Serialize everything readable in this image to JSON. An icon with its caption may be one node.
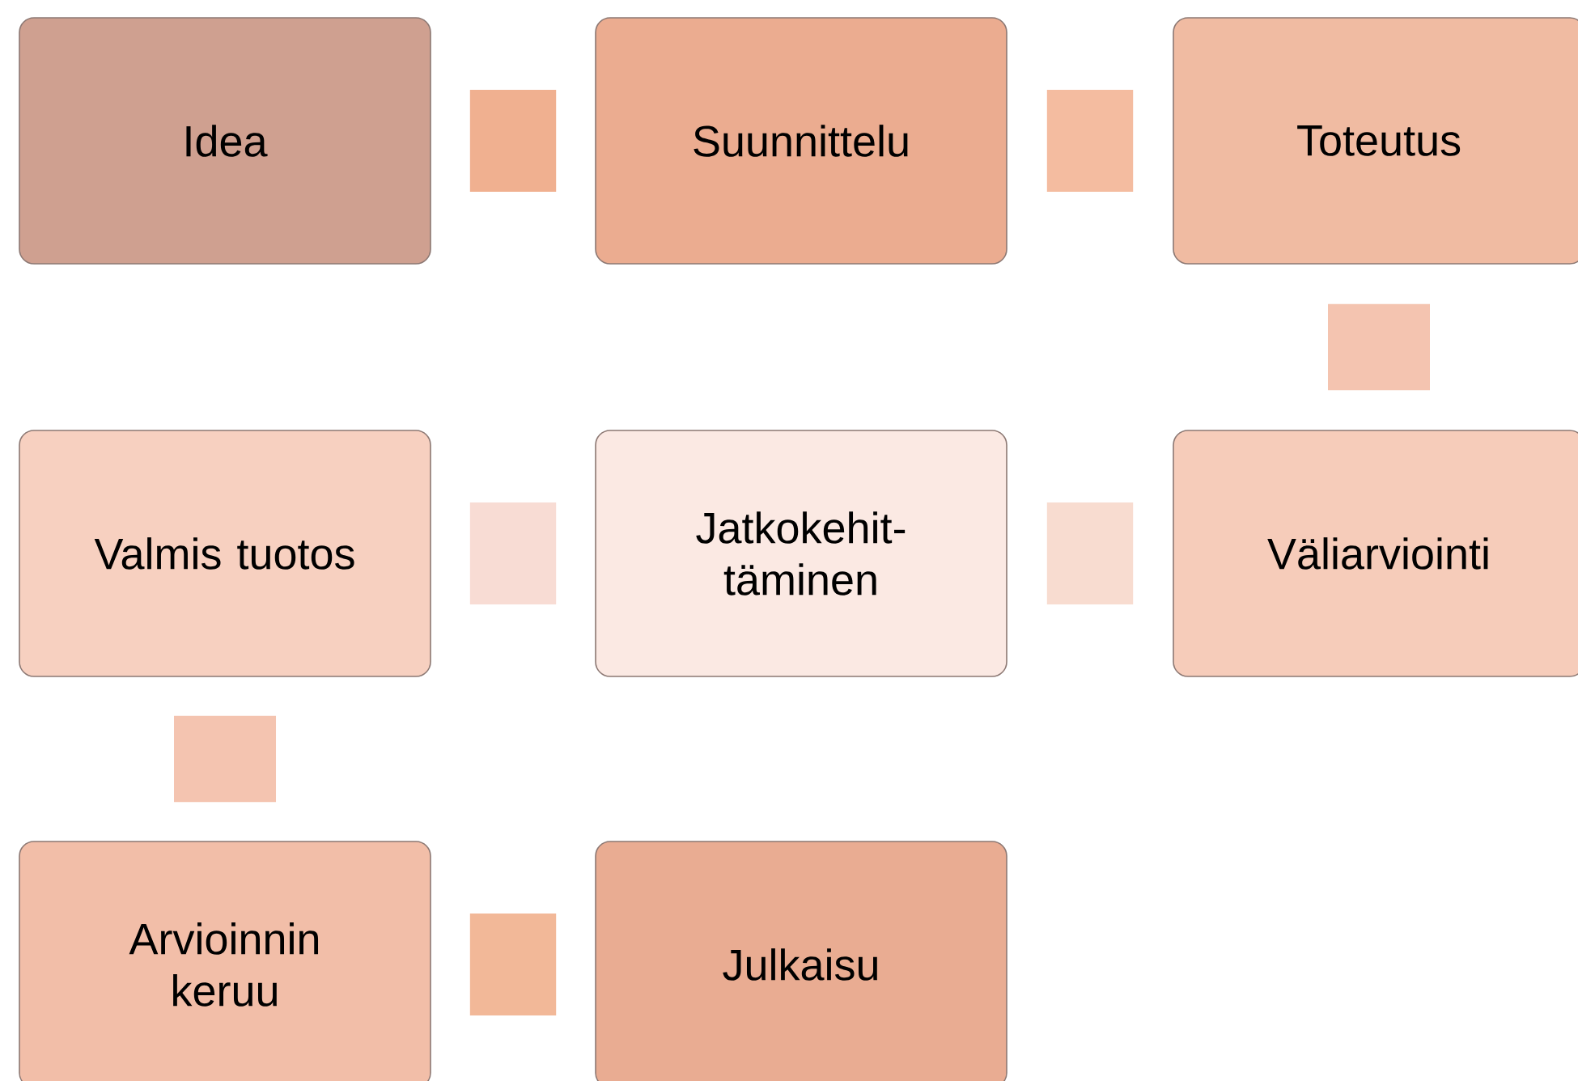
{
  "diagram": {
    "nodes": [
      {
        "text": [
          "Idea"
        ]
      },
      {
        "text": [
          "Suunnittelu"
        ]
      },
      {
        "text": [
          "Toteutus"
        ]
      },
      {
        "text": [
          "Valmis tuotos"
        ]
      },
      {
        "text": [
          "Jatkokehit- täminen"
        ]
      },
      {
        "text": [
          "Väliarviointi"
        ]
      },
      {
        "text": [
          "Arvioinnin keruu"
        ]
      },
      {
        "text": [
          "Julkaisu"
        ]
      }
    ],
    "edges": [
      {
        "from": 0,
        "to": 1,
        "arrow": "none",
        "color": "#f0b090"
      },
      {
        "from": 1,
        "to": 2,
        "arrow": "none",
        "color": "#f4bca0"
      },
      {
        "from": 2,
        "to": 5,
        "arrow": "none",
        "color": "#f4c4b0"
      },
      {
        "from": 5,
        "to": 4,
        "arrow": "none",
        "color": "#f8dcd0"
      },
      {
        "from": 4,
        "to": 3,
        "arrow": "none",
        "color": "#f8dcd4"
      },
      {
        "from": 3,
        "to": 6,
        "arrow": "none",
        "color": "#f4c4b0"
      },
      {
        "from": 6,
        "to": 7,
        "arrow": "none",
        "color": "#f2b898"
      }
    ]
  }
}
